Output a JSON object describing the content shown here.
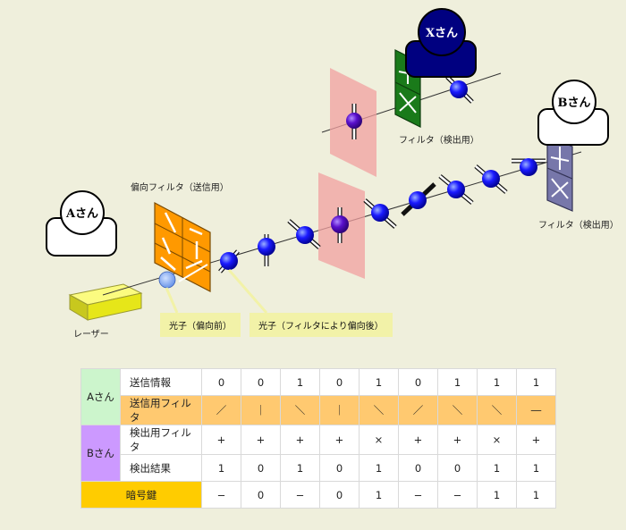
{
  "people": {
    "a": "Aさん",
    "b": "Bさん",
    "x": "Xさん"
  },
  "labels": {
    "sender_filter": "偏向フィルタ（送信用）",
    "x_filter": "フィルタ（検出用）",
    "b_filter": "フィルタ（検出用）",
    "laser": "レーザー",
    "photon_before": "光子（偏向前）",
    "photon_after": "光子（フィルタにより偏向後）"
  },
  "table": {
    "group_a": "Aさん",
    "group_b": "Bさん",
    "rows": [
      {
        "label": "送信情報",
        "values": [
          "0",
          "0",
          "1",
          "0",
          "1",
          "0",
          "1",
          "1",
          "1"
        ]
      },
      {
        "label": "送信用フィルタ",
        "values": [
          "／",
          "｜",
          "＼",
          "｜",
          "＼",
          "／",
          "＼",
          "＼",
          "―"
        ]
      },
      {
        "label": "検出用フィルタ",
        "values": [
          "+",
          "+",
          "+",
          "+",
          "×",
          "+",
          "+",
          "×",
          "+"
        ]
      },
      {
        "label": "検出結果",
        "values": [
          "1",
          "0",
          "1",
          "0",
          "1",
          "0",
          "0",
          "1",
          "1"
        ]
      }
    ],
    "key": {
      "label": "暗号鍵",
      "values": [
        "−",
        "0",
        "−",
        "0",
        "1",
        "−",
        "−",
        "1",
        "1"
      ]
    }
  },
  "colors": {
    "photon": "#1a1aff",
    "photon_intercepted": "#5a0fcc",
    "sender_filter": "#ff9900",
    "x_filter": "#1a7a1a",
    "b_filter": "#7777aa",
    "x_person": "#000080",
    "laser": "#e6e619",
    "interception_plane": "#f2a0a0"
  }
}
